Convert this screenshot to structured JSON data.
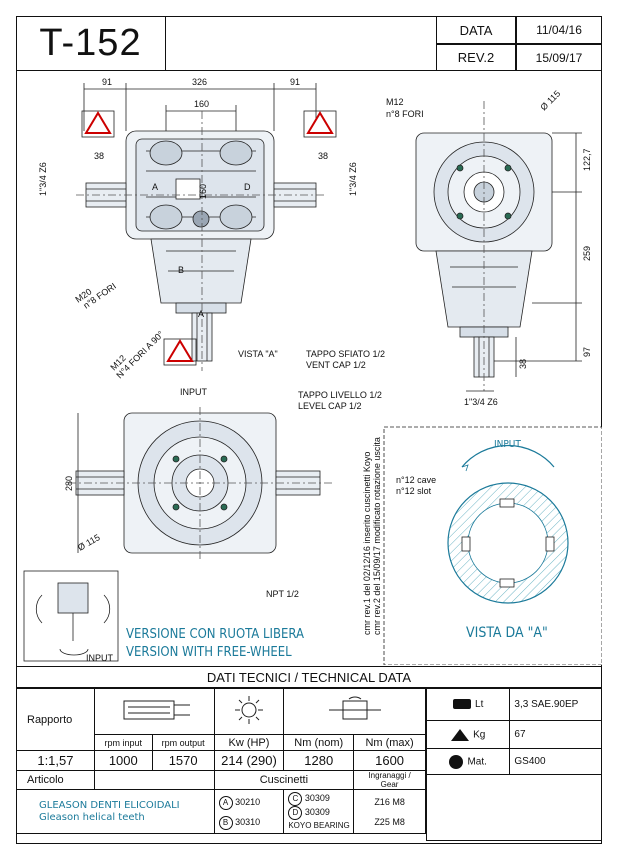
{
  "header": {
    "code": "T-152",
    "data_label": "DATA",
    "data_value": "11/04/16",
    "rev_label": "REV.2",
    "rev_value": "15/09/17"
  },
  "drawing": {
    "top_dims": [
      "91",
      "326",
      "91",
      "160"
    ],
    "shaft_label_left": "1\"3/4 Z6",
    "shaft_label_right": "1\"3/4 Z6",
    "dim_38": "38",
    "dim_160": "160",
    "m20_label": "M20",
    "m20_holes": "n°8 FORI",
    "m12_label": "M12",
    "m12_holes": "n°8 FORI",
    "dim_115": "Ø 115",
    "side_dims": [
      "122,7",
      "259",
      "97",
      "38"
    ],
    "side_shaft": "1\"3/4 Z6",
    "m12_bottom": "M12",
    "m12_bottom_holes": "N°4 FORI A 90°",
    "vista_a": "VISTA \"A\"",
    "input_label": "INPUT",
    "vent_cap_it": "TAPPO SFIATO 1/2",
    "vent_cap_en": "VENT CAP 1/2",
    "level_cap_it": "TAPPO LIVELLO 1/2",
    "level_cap_en": "LEVEL CAP 1/2",
    "dim_280": "280",
    "dim_115_bottom": "Ø 115",
    "npt": "NPT 1/2",
    "rev_note_1": "cmr rev.1 del 02/12/16 inserito cuscinetti Koyo",
    "rev_note_2": "cmr rev.2 del 15/09/17 modificato rotazione uscita",
    "version_it": "VERSIONE CON RUOTA LIBERA",
    "version_en": "VERSION WITH FREE-WHEEL",
    "input_small": "INPUT",
    "view_input": "INPUT",
    "slot_it": "n°12 cave",
    "slot_en": "n°12 slot",
    "vista_da_a": "VISTA DA \"A\"",
    "letters": [
      "A",
      "B",
      "C",
      "D"
    ]
  },
  "technical": {
    "title": "DATI TECNICI  / TECHNICAL DATA",
    "rapporto_label": "Rapporto",
    "rpm_input_label": "rpm input",
    "rpm_output_label": "rpm output",
    "kw_label": "Kw (HP)",
    "nm_nom_label": "Nm (nom)",
    "nm_max_label": "Nm (max)",
    "ratio": "1:1,57",
    "rpm_input": "1000",
    "rpm_output": "1570",
    "kw": "214 (290)",
    "nm_nom": "1280",
    "nm_max": "1600",
    "lt_label": "Lt",
    "lt_value": "3,3 SAE.90EP",
    "kg_label": "Kg",
    "kg_value": "67",
    "mat_label": "Mat.",
    "mat_value": "GS400",
    "articolo_label": "Articolo",
    "cuscinetti_label": "Cuscinetti",
    "gear_label_it": "Ingranaggi /",
    "gear_label_en": "Gear",
    "gleason_it": "GLEASON DENTI ELICOIDALI",
    "gleason_en": "Gleason helical teeth",
    "bearing_a": "30210",
    "bearing_b": "30310",
    "bearing_c": "30309",
    "bearing_d": "30309",
    "koyo": "KOYO BEARING",
    "gear_1": "Z16 M8",
    "gear_2": "Z25 M8"
  }
}
